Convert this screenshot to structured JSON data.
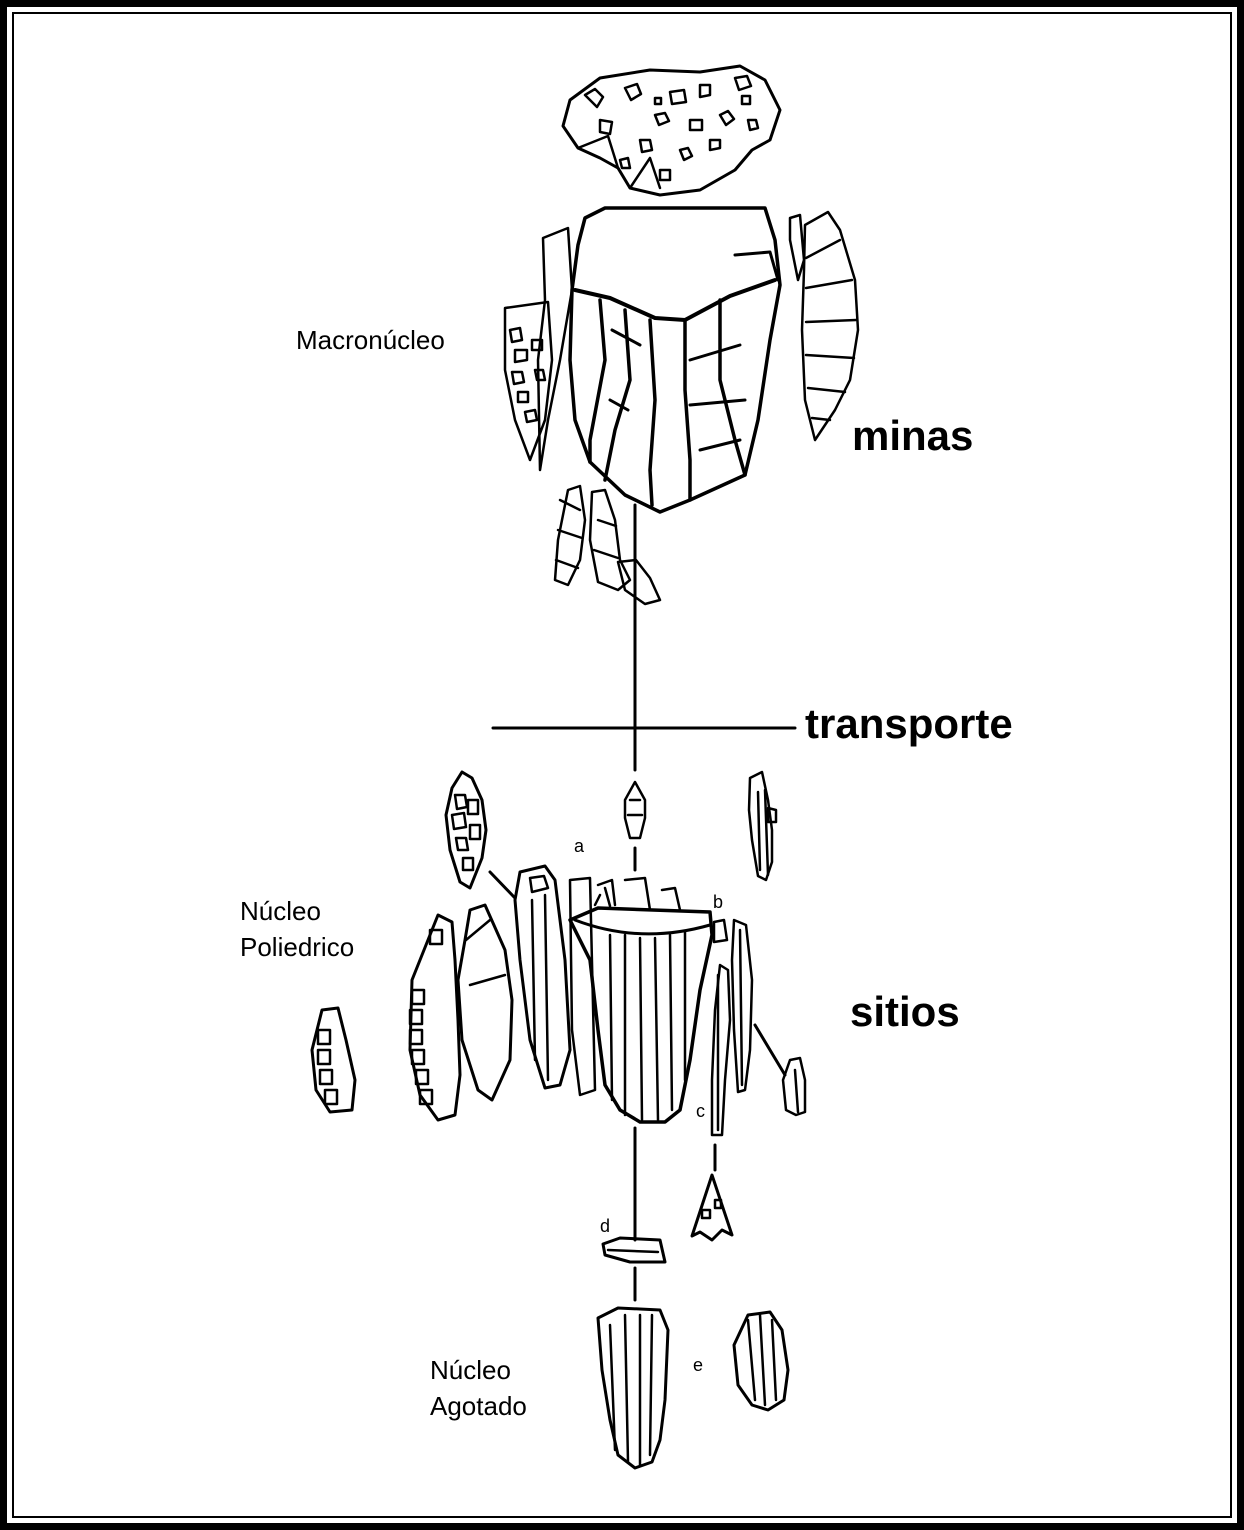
{
  "labels": {
    "macronucleo": "Macronúcleo",
    "minas": "minas",
    "transporte": "transporte",
    "nucleo_poliedrico_1": "Núcleo",
    "nucleo_poliedrico_2": "Poliedrico",
    "sitios": "sitios",
    "nucleo_agotado_1": "Núcleo",
    "nucleo_agotado_2": "Agotado",
    "a": "a",
    "b": "b",
    "c": "c",
    "d": "d",
    "e": "e"
  },
  "colors": {
    "ink": "#000000",
    "paper": "#ffffff"
  }
}
